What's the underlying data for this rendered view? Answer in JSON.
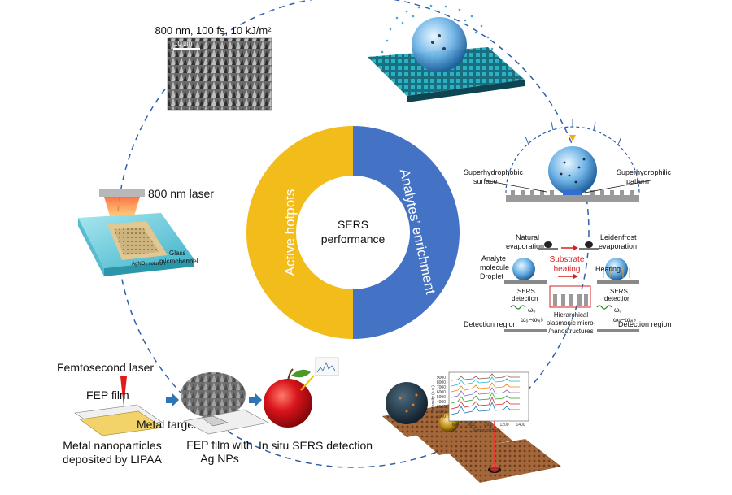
{
  "center": {
    "title_line1": "SERS",
    "title_line2": "performance",
    "left_arc": "Active hotpots",
    "right_arc": "Analytes’ enrichment",
    "left_color": "#f2bc1b",
    "right_color": "#4472c4"
  },
  "sem": {
    "caption": "800 nm, 100 fs, 10 kJ/m²",
    "scale": "10 μm"
  },
  "microchannel": {
    "laser_label": "800 nm laser",
    "solution": "AgNO₃ solution",
    "glass_line1": "Glass",
    "glass_line2": "microchannel"
  },
  "droplet": {
    "left_line1": "Superhydrophobic",
    "left_line2": "surface",
    "right_line1": "Superhydrophilic",
    "right_line2": "pattern"
  },
  "evaporation": {
    "natural_line1": "Natural",
    "natural_line2": "evaporation",
    "leiden_line1": "Leidenfrost",
    "leiden_line2": "evaporation",
    "analyte_line1": "Analyte",
    "analyte_line2": "molecule",
    "droplet": "Droplet",
    "substrate_line1": "Substrate",
    "substrate_line2": "heating",
    "heating": "Heating",
    "sers_left_line1": "SERS",
    "sers_left_line2": "detection",
    "sers_right_line1": "SERS",
    "sers_right_line2": "detection",
    "hier_line1": "Hierarchical",
    "hier_line2": "plasmonic micro-",
    "hier_line3": "/nanostructures",
    "omega_left": "ω₀",
    "omega_left2": "ω₀−ωᵥᵢ♭",
    "omega_right": "ω₀",
    "omega_right2": "ω₀−ωᵥᵢ♭",
    "detect_left": "Detection region",
    "detect_right": "Detection region"
  },
  "raman": {
    "ylabel": "Intensity (a.u.)",
    "xlabel": "Raman shift/cm⁻¹",
    "yticks": [
      "9000",
      "8000",
      "7000",
      "6000",
      "5000",
      "4000",
      "3000",
      "2000",
      "1000"
    ],
    "xticks": [
      "600",
      "800",
      "1000",
      "1200",
      "1400"
    ]
  },
  "process": {
    "fs_laser": "Femtosecond laser",
    "fep_film": "FEP film",
    "metal_target": "Metal target",
    "caption1_line1": "Metal nanoparticles",
    "caption1_line2": "deposited by LIPAA",
    "caption2_line1": "FEP film with",
    "caption2_line2": "Ag NPs",
    "caption3": "In situ SERS detection"
  }
}
